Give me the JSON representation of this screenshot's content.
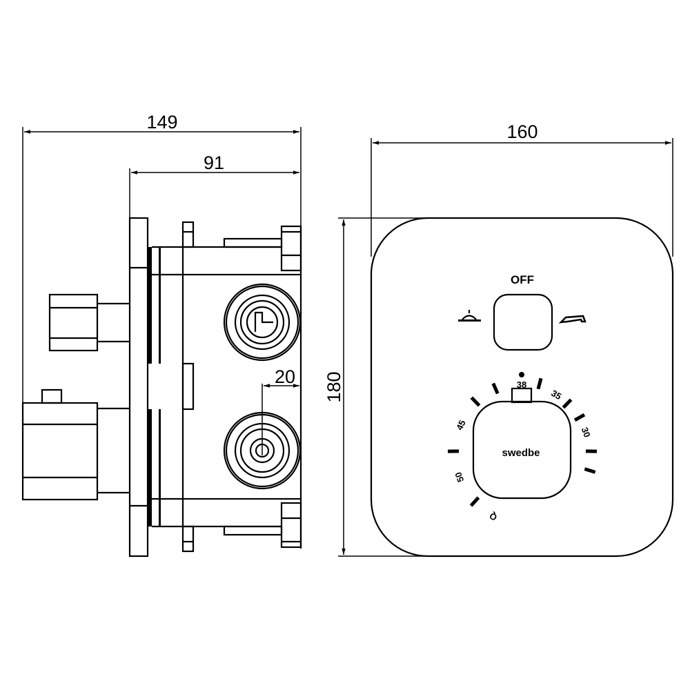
{
  "dimensions": {
    "overall_depth": "149",
    "body_depth": "91",
    "outlet_offset": "20",
    "plate_width": "160",
    "plate_height": "180"
  },
  "faceplate": {
    "off_label": "OFF",
    "brand": "swedbe",
    "left_icon": "shower-head-icon",
    "right_icon": "bath-spout-icon"
  },
  "dial_scale": {
    "labels": [
      "38",
      "35",
      "30",
      "45",
      "50",
      "Q"
    ]
  },
  "colors": {
    "line": "#000000",
    "background": "#ffffff"
  }
}
